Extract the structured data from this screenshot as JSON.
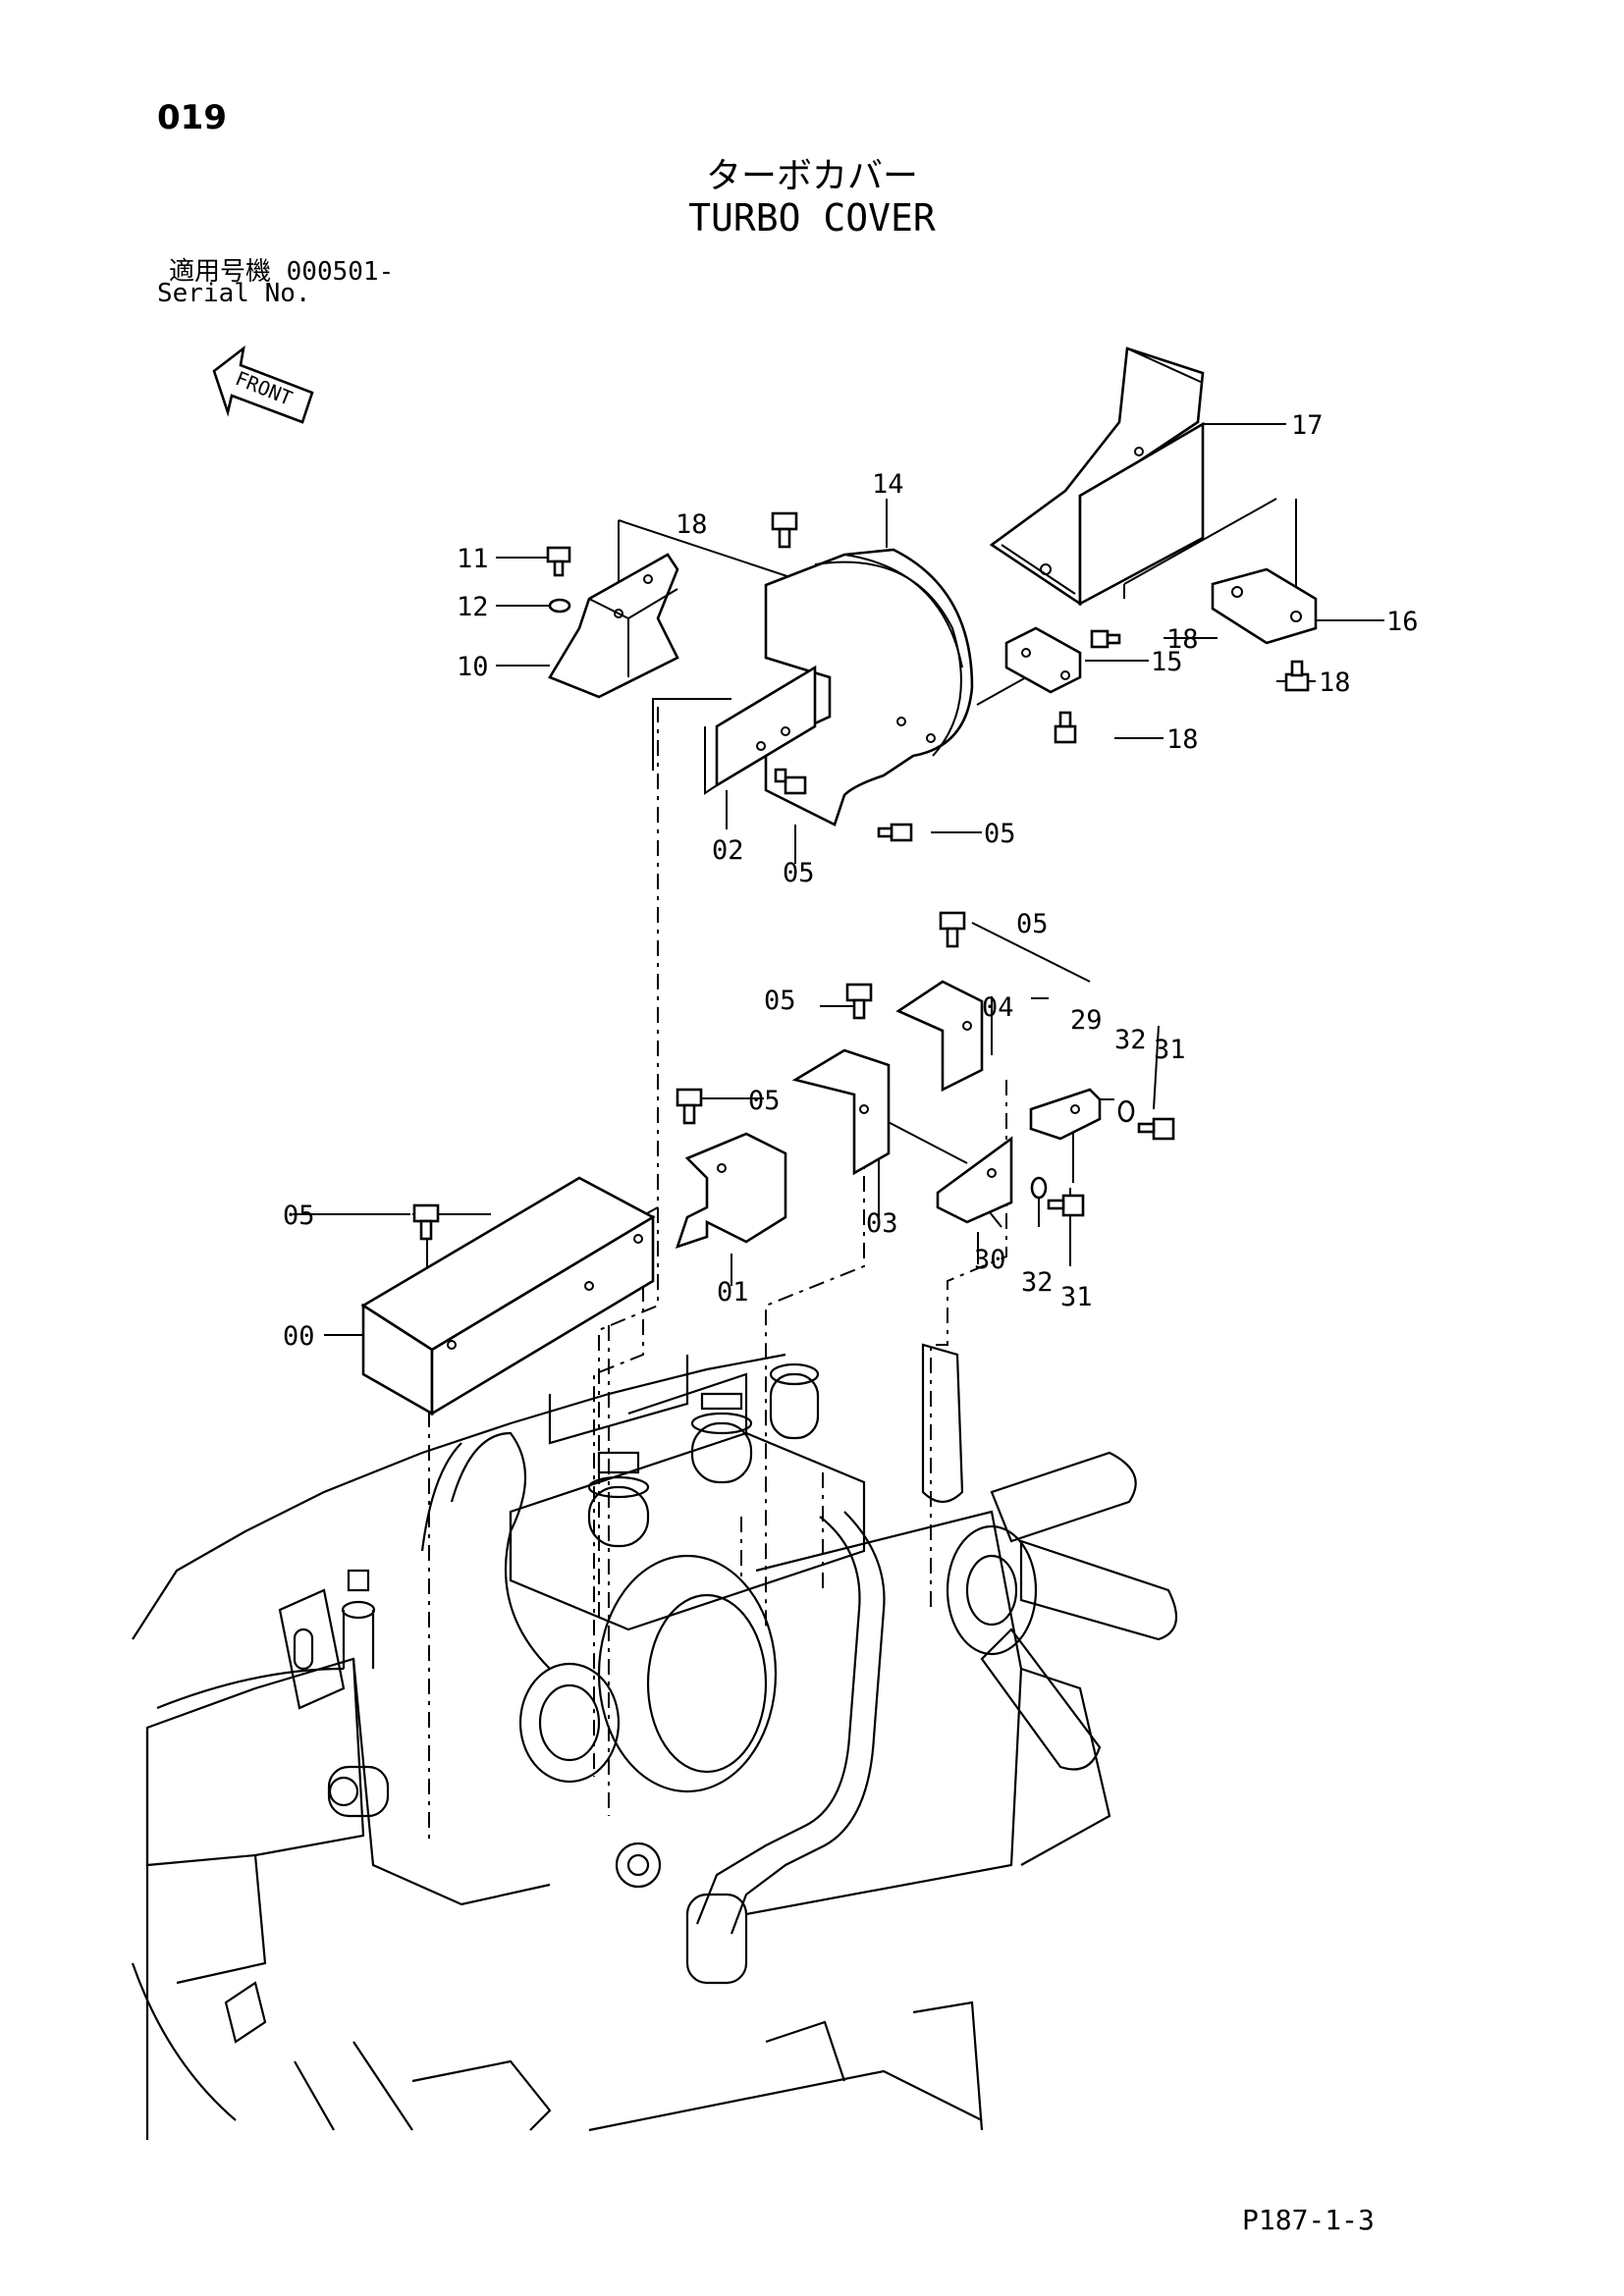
{
  "page": {
    "number": "019",
    "title_jp": "ターボカバー",
    "title_en": "TURBO COVER",
    "serial_label_jp": "適用号機  000501-",
    "serial_label_en": "Serial No.",
    "front_label": "FRONT",
    "footer_code": "P187-1-3"
  },
  "callouts": [
    "17",
    "14",
    "18",
    "11",
    "12",
    "10",
    "16",
    "18",
    "15",
    "18",
    "18",
    "02",
    "05",
    "05",
    "05",
    "04",
    "05",
    "29",
    "32",
    "31",
    "05",
    "03",
    "05",
    "30",
    "32",
    "31",
    "01",
    "00"
  ]
}
